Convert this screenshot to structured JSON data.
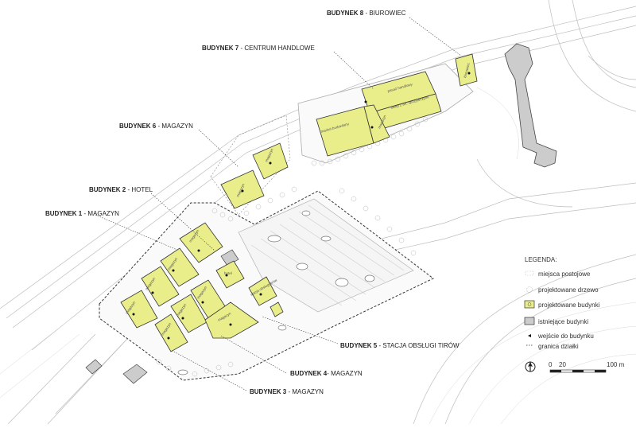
{
  "labels": {
    "b8": {
      "bold": "BUDYNEK 8",
      "rest": " - BIUROWIEC"
    },
    "b7": {
      "bold": "BUDYNEK 7",
      "rest": " - CENTRUM HANDLOWE"
    },
    "b6": {
      "bold": "BUDYNEK 6",
      "rest": " - MAGAZYN"
    },
    "b2": {
      "bold": "BUDYNEK 2",
      "rest": " - HOTEL"
    },
    "b1": {
      "bold": "BUDYNEK 1",
      "rest": " - MAGAZYN"
    },
    "b5": {
      "bold": "BUDYNEK 5",
      "rest": " - STACJA OBSŁUGI TIRÓW"
    },
    "b4": {
      "bold": "BUDYNEK 4",
      "rest": "- MAGAZYN"
    },
    "b3": {
      "bold": "BUDYNEK 3",
      "rest": " - MAGAZYN"
    }
  },
  "inner": {
    "magazyn": "magazyn",
    "pasaz": "pasaż handlowy",
    "sklep": "sklep z art. spożywczymi",
    "market": "market budowlany",
    "hotel": "hotel",
    "stacja": "stacja obsługi tirów",
    "biurowiec": "biurowiec"
  },
  "legend": {
    "title": "LEGENDA:",
    "items": [
      {
        "label": "miejsca postojowe"
      },
      {
        "label": "projektowane drzewo"
      },
      {
        "label": "projektowane budynki"
      },
      {
        "label": "istniejące budynki"
      },
      {
        "label": "wejście do budynku"
      },
      {
        "label": "granica działki"
      }
    ]
  },
  "scale": {
    "t0": "0",
    "t1": "20",
    "t2": "100 m"
  },
  "colors": {
    "building_fill": "#e9ee8a",
    "building_stroke": "#333333",
    "existing_fill": "#cccccc"
  }
}
